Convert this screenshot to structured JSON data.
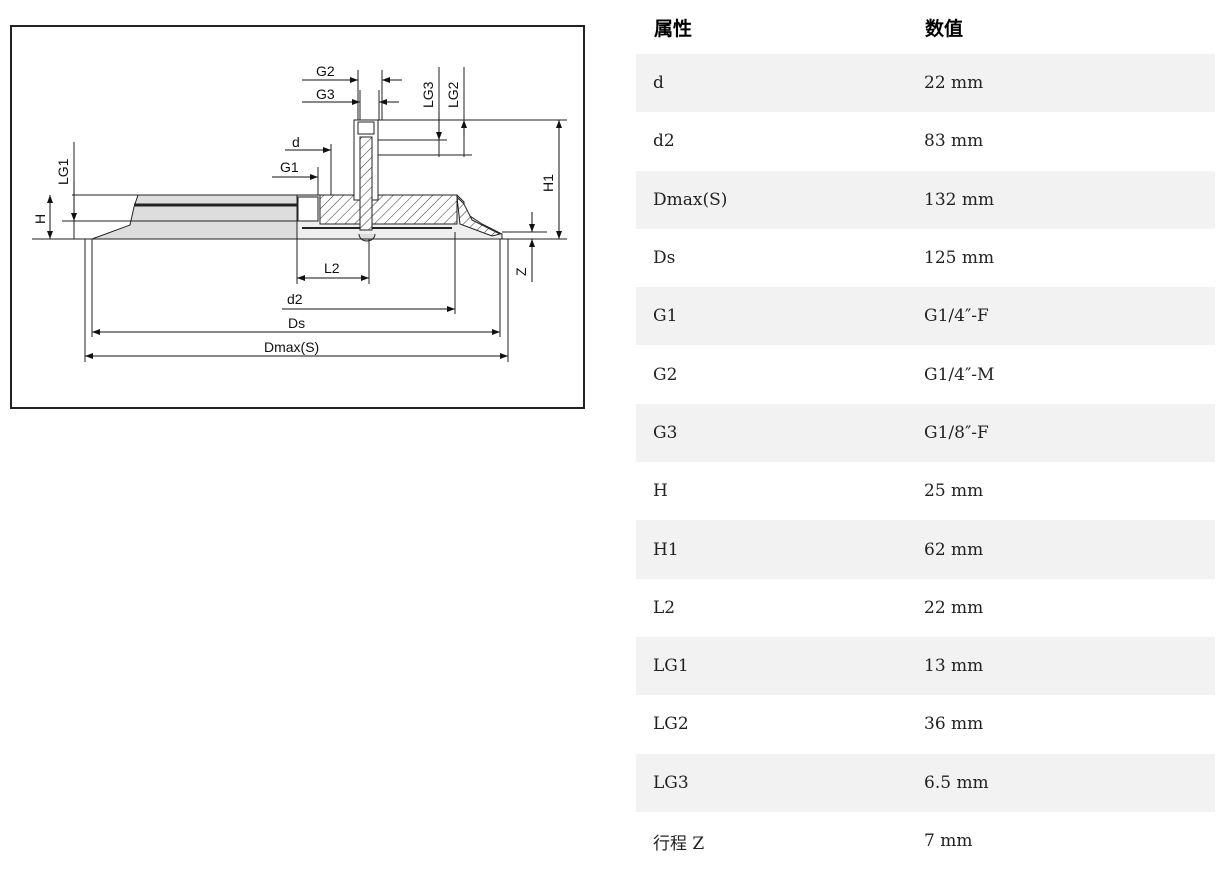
{
  "diagram": {
    "labels": {
      "G2": "G2",
      "G3": "G3",
      "LG3": "LG3",
      "LG2": "LG2",
      "d": "d",
      "G1": "G1",
      "LG1": "LG1",
      "H": "H",
      "H1": "H1",
      "Z": "Z",
      "L2": "L2",
      "d2": "d2",
      "Ds": "Ds",
      "Dmax": "Dmax(S)"
    }
  },
  "table": {
    "headers": [
      "属性",
      "数值"
    ],
    "rows": [
      [
        "d",
        "22 mm"
      ],
      [
        "d2",
        "83 mm"
      ],
      [
        "Dmax(S)",
        "132 mm"
      ],
      [
        "Ds",
        "125 mm"
      ],
      [
        "G1",
        "G1/4″-F"
      ],
      [
        "G2",
        "G1/4″-M"
      ],
      [
        "G3",
        "G1/8″-F"
      ],
      [
        "H",
        "25 mm"
      ],
      [
        "H1",
        "62 mm"
      ],
      [
        "L2",
        "22 mm"
      ],
      [
        "LG1",
        "13 mm"
      ],
      [
        "LG2",
        "36 mm"
      ],
      [
        "LG3",
        "6.5 mm"
      ],
      [
        "行程 Z",
        "7 mm"
      ]
    ]
  }
}
